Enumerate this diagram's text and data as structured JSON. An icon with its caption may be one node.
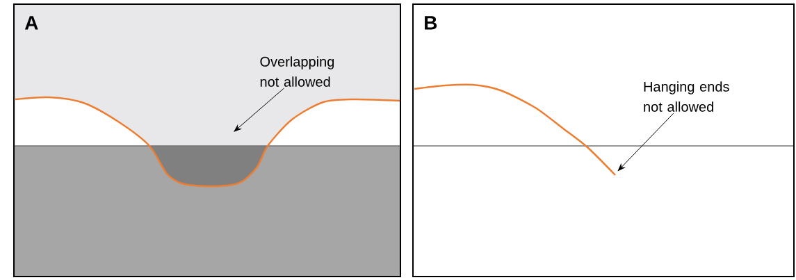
{
  "diagram": {
    "nodes": [
      {
        "text": [
          "A"
        ]
      },
      {
        "text": [
          "Overlapping not allowed"
        ],
        "in": 0
      },
      {
        "text": [
          "B"
        ]
      },
      {
        "text": [
          "Hanging ends not allowed"
        ],
        "in": 2
      },
      {
        "text": [],
        "shape": "curve",
        "in": 2
      }
    ],
    "edges": [
      {
        "from": 1,
        "to": null,
        "arrow": "to"
      },
      {
        "from": 3,
        "to": 4,
        "arrow": "to"
      }
    ]
  }
}
